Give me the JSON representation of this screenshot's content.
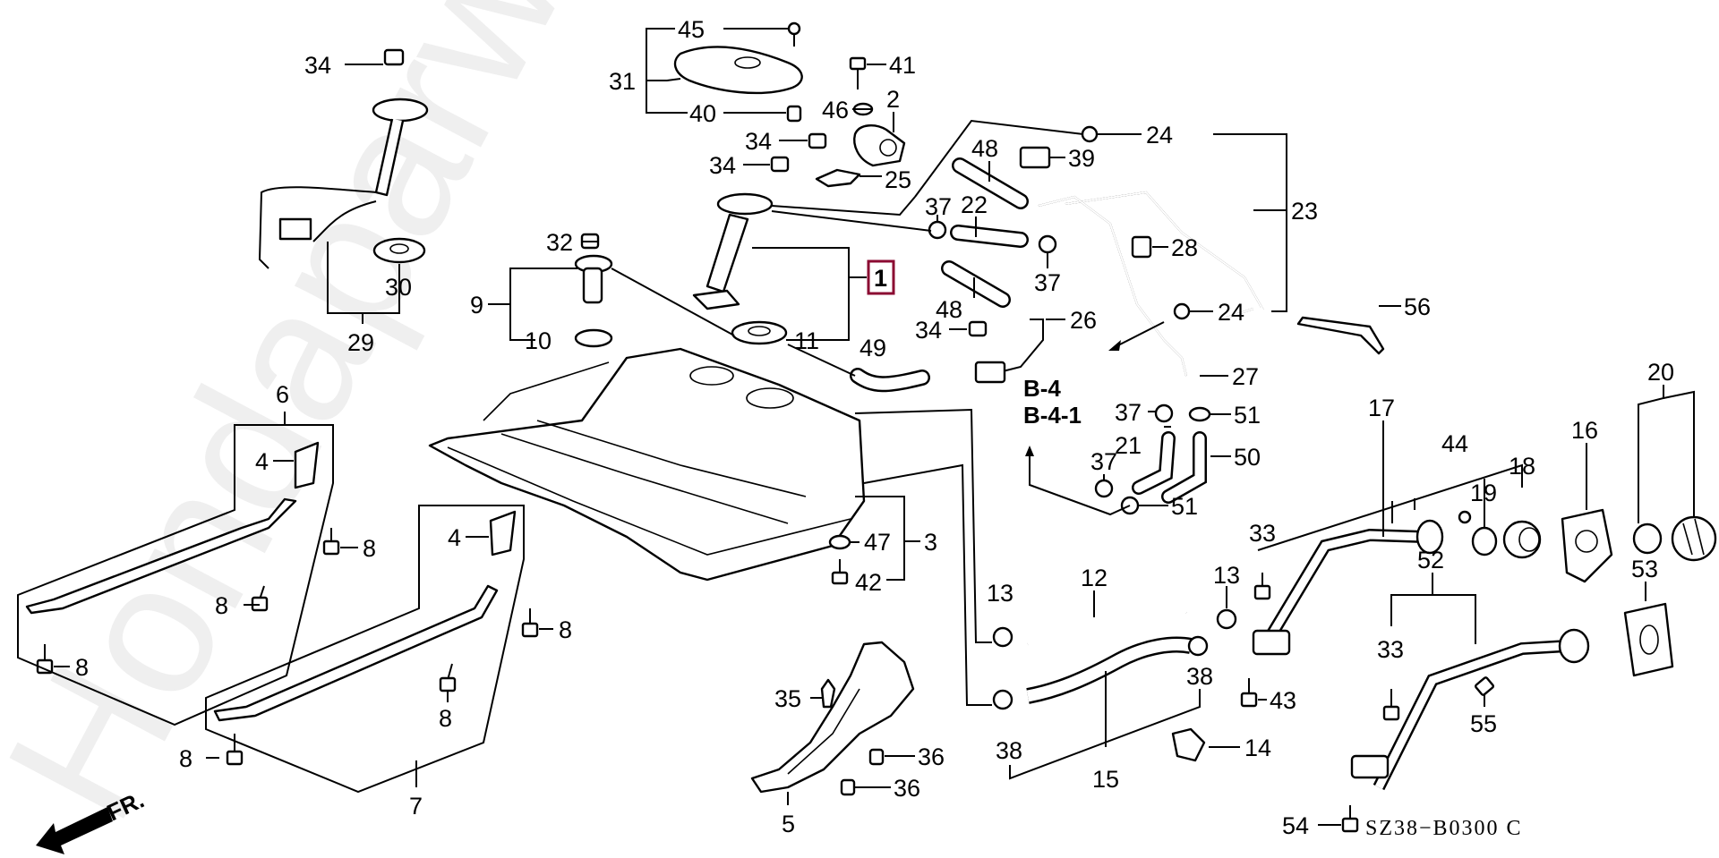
{
  "diagram": {
    "title": "Fuel tank parts diagram",
    "reference_code": "SZ38−B0300 C",
    "watermark": "Hondaparwine.ru",
    "direction_indicator": "FR.",
    "section_refs": [
      "B-4",
      "B-4-1"
    ],
    "highlight_color": "#8b0a32",
    "callouts": {
      "c1": "1",
      "c2": "2",
      "c3": "3",
      "c4a": "4",
      "c4b": "4",
      "c5": "5",
      "c6": "6",
      "c7": "7",
      "c8a": "8",
      "c8b": "8",
      "c8c": "8",
      "c8d": "8",
      "c8e": "8",
      "c8f": "8",
      "c9": "9",
      "c10": "10",
      "c11": "11",
      "c12": "12",
      "c13a": "13",
      "c13b": "13",
      "c14": "14",
      "c15": "15",
      "c16": "16",
      "c17": "17",
      "c18": "18",
      "c19": "19",
      "c20": "20",
      "c21": "21",
      "c22": "22",
      "c23": "23",
      "c24a": "24",
      "c24b": "24",
      "c25": "25",
      "c26": "26",
      "c27": "27",
      "c28": "28",
      "c29": "29",
      "c30": "30",
      "c31": "31",
      "c32": "32",
      "c33a": "33",
      "c33b": "33",
      "c34a": "34",
      "c34b": "34",
      "c34c": "34",
      "c34d": "34",
      "c35": "35",
      "c36a": "36",
      "c36b": "36",
      "c37a": "37",
      "c37b": "37",
      "c37c": "37",
      "c37d": "37",
      "c38a": "38",
      "c38b": "38",
      "c39": "39",
      "c40": "40",
      "c41": "41",
      "c42": "42",
      "c43": "43",
      "c44": "44",
      "c45": "45",
      "c46": "46",
      "c47": "47",
      "c48a": "48",
      "c48b": "48",
      "c49": "49",
      "c50": "50",
      "c51a": "51",
      "c51b": "51",
      "c52": "52",
      "c53": "53",
      "c54": "54",
      "c55": "55",
      "c56": "56"
    }
  }
}
